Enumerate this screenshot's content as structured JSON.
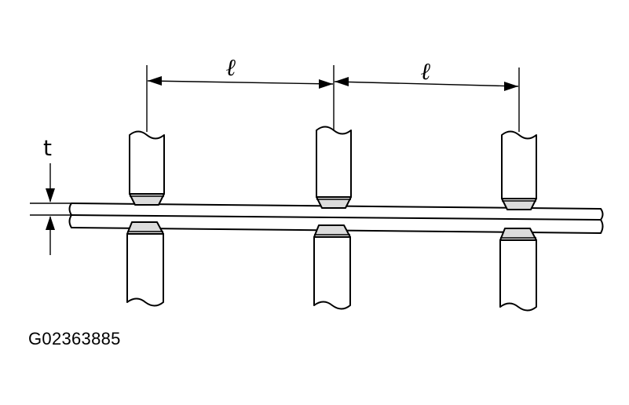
{
  "labels": {
    "pitch_left": "ℓ",
    "pitch_right": "ℓ",
    "thickness": "t"
  },
  "figure_id": "G02363885",
  "colors": {
    "ink": "#000000",
    "background": "#ffffff"
  }
}
